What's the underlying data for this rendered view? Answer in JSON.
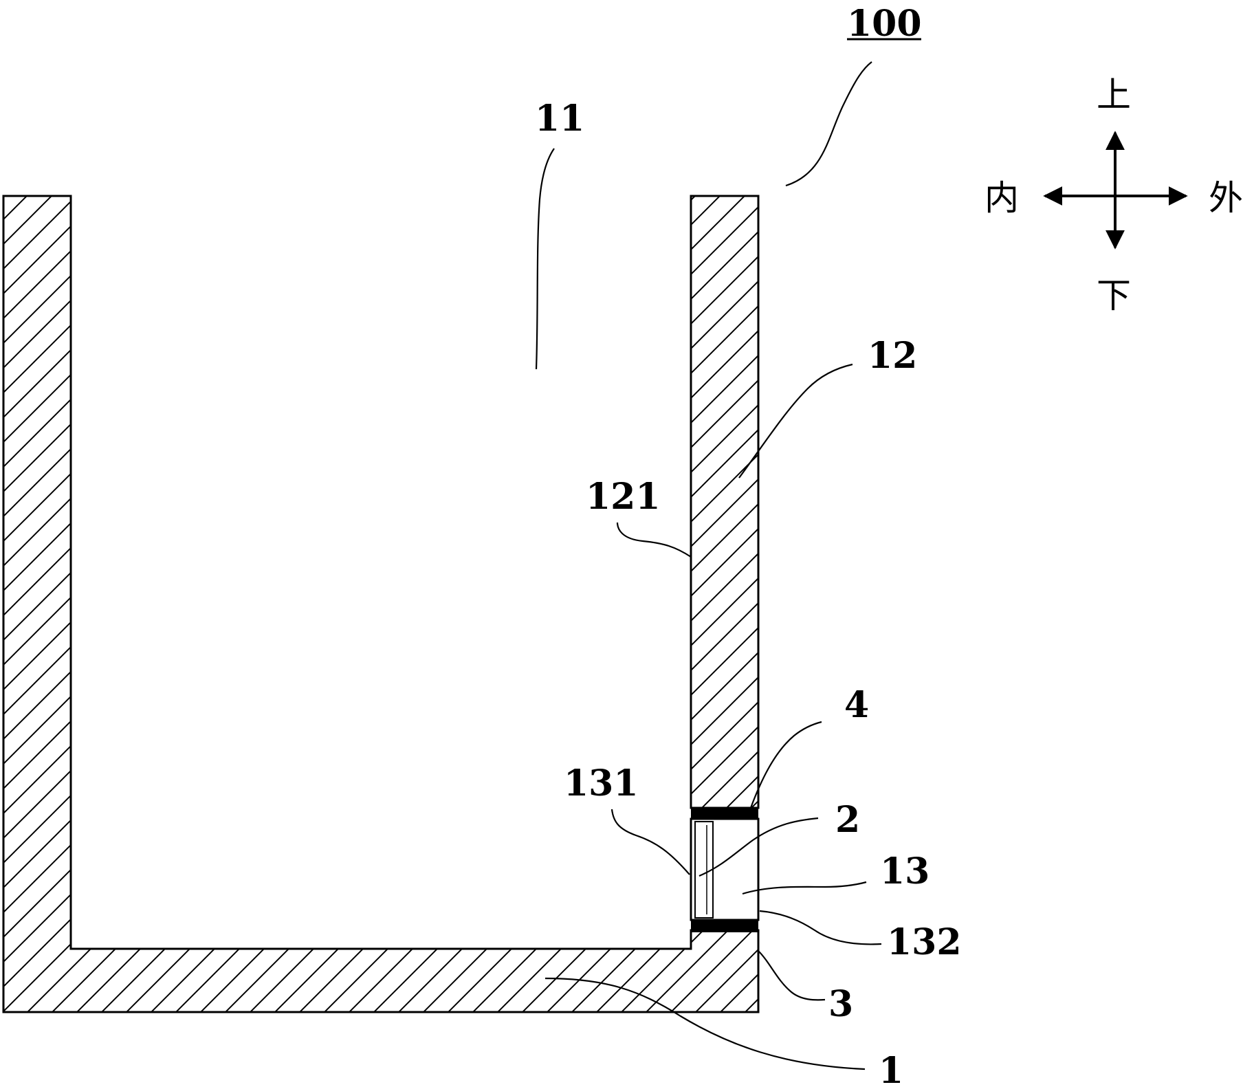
{
  "figure": {
    "labels": {
      "assembly": "100",
      "cavity": "11",
      "side_wall": "12",
      "inner_surface": "121",
      "gasket_top": "4",
      "window_inner": "131",
      "cap": "2",
      "window": "13",
      "window_outer": "132",
      "gasket_bottom": "3",
      "base": "1"
    },
    "direction_indicator": {
      "up": "上",
      "down": "下",
      "inner": "内",
      "outer": "外"
    }
  }
}
